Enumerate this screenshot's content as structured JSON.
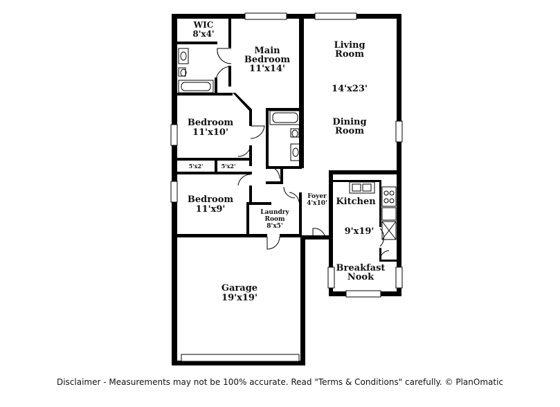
{
  "rooms": {
    "wic": {
      "name": "WIC",
      "size": "8'x4'"
    },
    "main_bedroom": {
      "name_line1": "Main",
      "name_line2": "Bedroom",
      "size": "11'x14'"
    },
    "living_room": {
      "name_line1": "Living",
      "name_line2": "Room",
      "size": "14'x23'"
    },
    "dining_room": {
      "name_line1": "Dining",
      "name_line2": "Room"
    },
    "bedroom_1": {
      "name": "Bedroom",
      "size": "11'x10'"
    },
    "closet_a": {
      "size": "5'x2'"
    },
    "closet_b": {
      "size": "5'x2'"
    },
    "bedroom_2": {
      "name": "Bedroom",
      "size": "11'x9'"
    },
    "laundry": {
      "name_line1": "Laundry",
      "name_line2": "Room",
      "size": "8'x5'"
    },
    "foyer": {
      "name": "Foyer",
      "size": "4'x10'"
    },
    "kitchen": {
      "name": "Kitchen",
      "size": "9'x19'"
    },
    "breakfast_nook": {
      "name_line1": "Breakfast",
      "name_line2": "Nook"
    },
    "garage": {
      "name": "Garage",
      "size": "19'x19'"
    }
  },
  "disclaimer": "Disclaimer - Measurements may not be 100% accurate. Read \"Terms & Conditions\" carefully. © PlanOmatic"
}
